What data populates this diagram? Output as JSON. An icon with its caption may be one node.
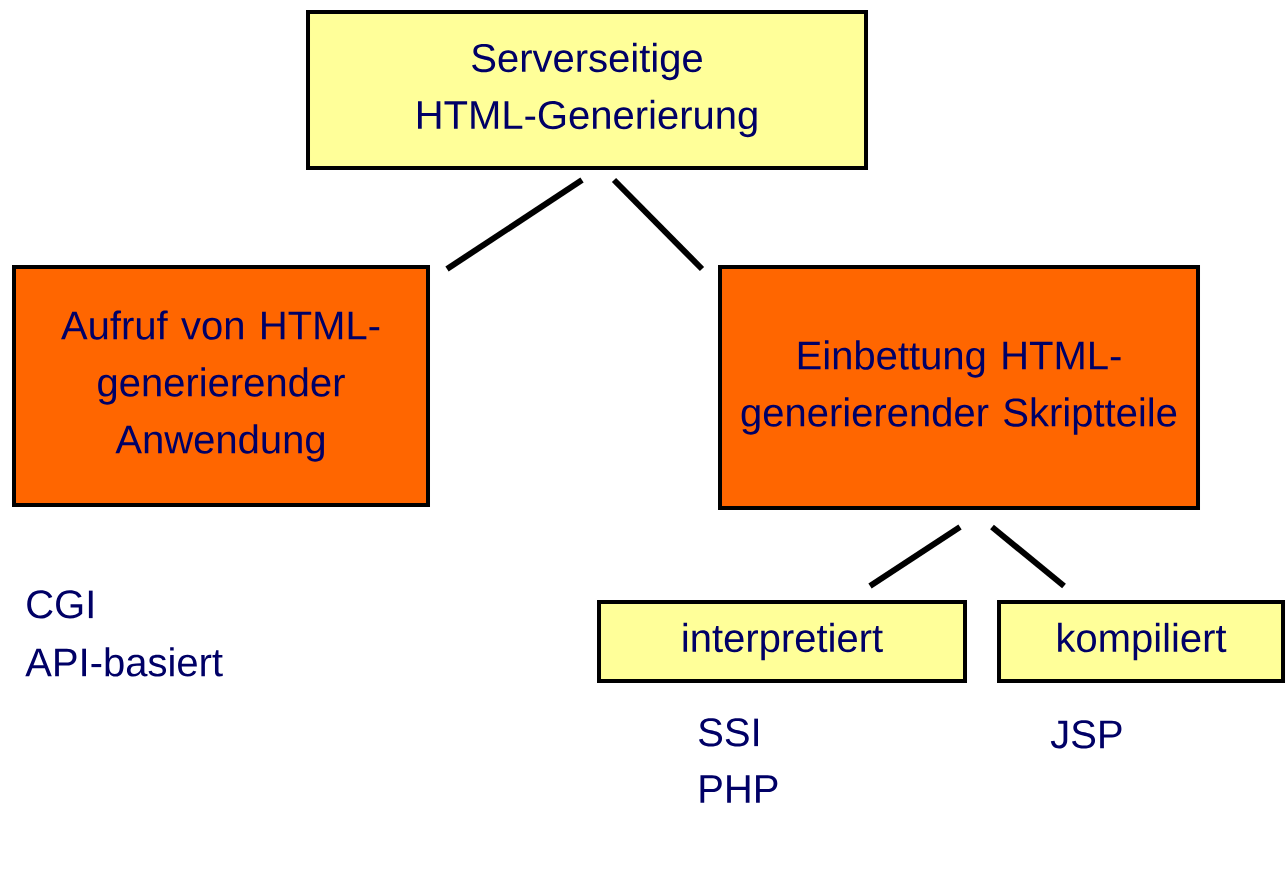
{
  "diagram": {
    "nodes": [
      {
        "text": [
          "Serverseitige HTML-Generierung"
        ]
      },
      {
        "text": [
          "Aufruf von HTML- generierender Anwendung"
        ],
        "beside": [
          "CGI",
          "API-basiert"
        ]
      },
      {
        "text": [
          "Einbettung HTML-generierender Skriptteile"
        ]
      },
      {
        "text": [
          "interpretiert"
        ],
        "beside": [
          "SSI",
          "PHP"
        ]
      },
      {
        "text": [
          "kompiliert"
        ],
        "beside": [
          "JSP"
        ]
      }
    ],
    "edges": [
      {
        "from": 0,
        "to": 1,
        "arrow": "none"
      },
      {
        "from": 0,
        "to": 2,
        "arrow": "none"
      },
      {
        "from": 2,
        "to": 3,
        "arrow": "none"
      },
      {
        "from": 2,
        "to": 4,
        "arrow": "none"
      }
    ]
  }
}
